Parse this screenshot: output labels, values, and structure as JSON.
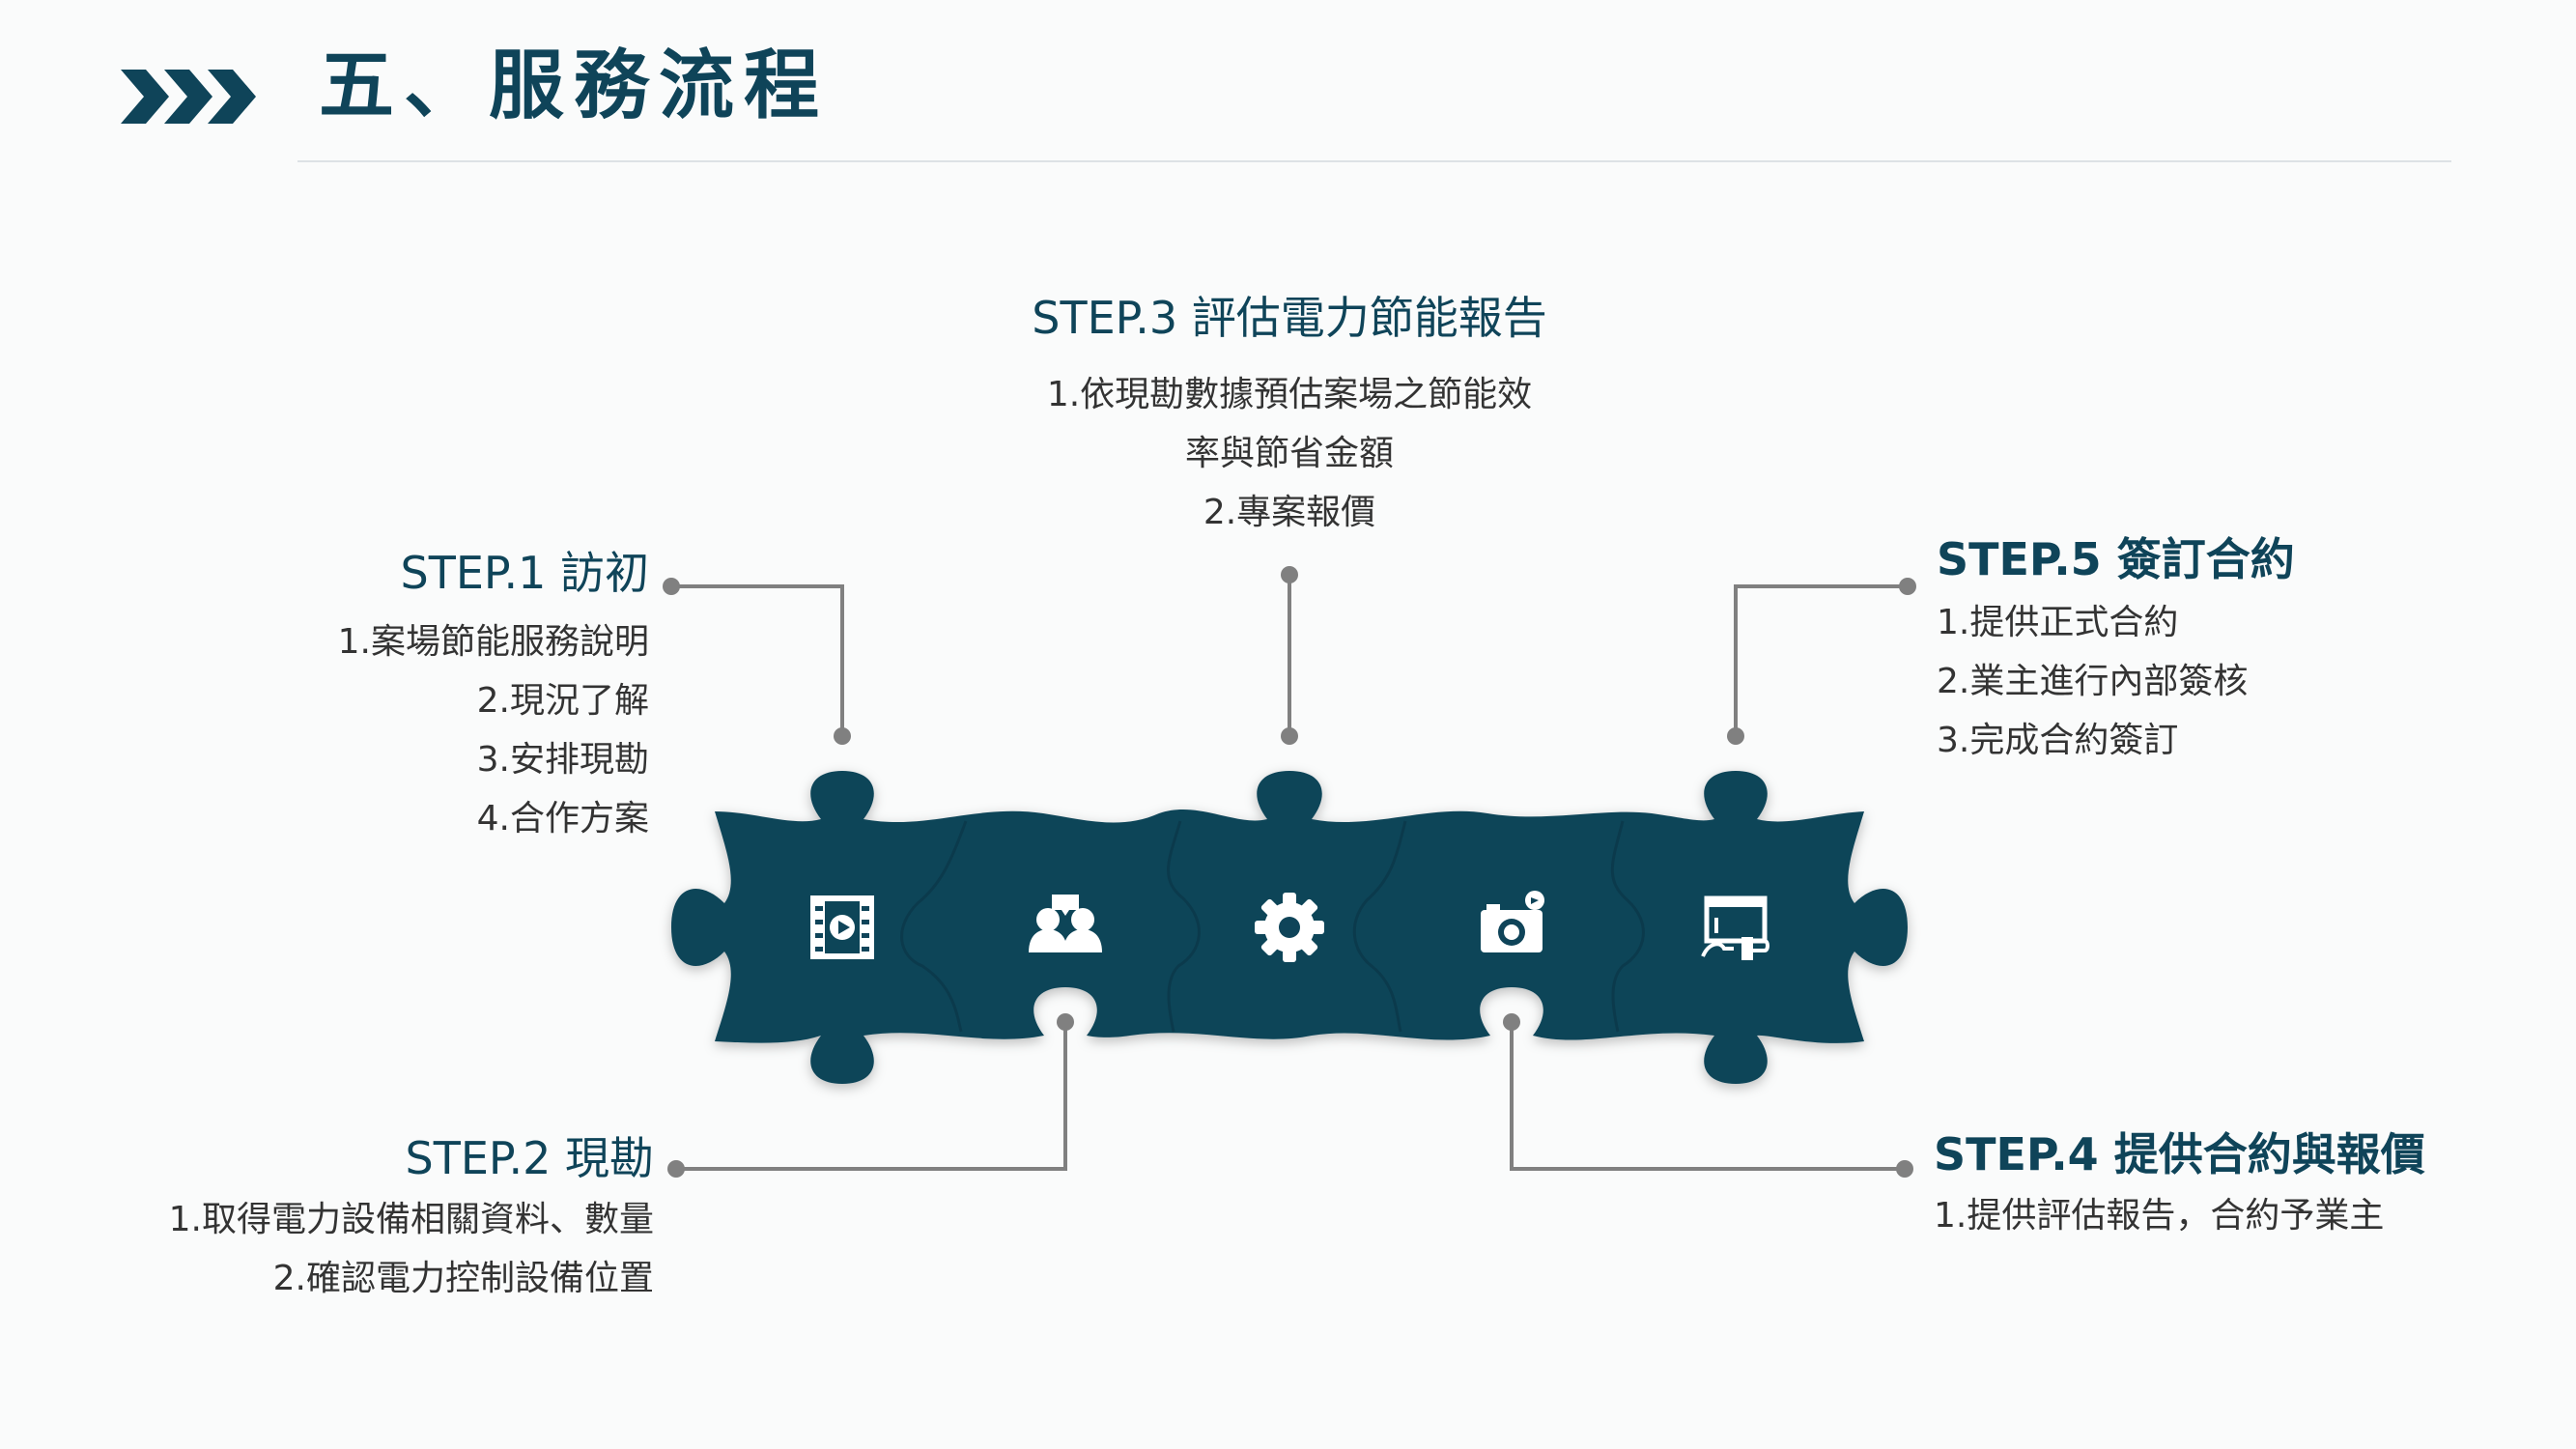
{
  "page": {
    "title": "五、服務流程"
  },
  "colors": {
    "primary": "#0f4459",
    "connector": "#808080",
    "text": "#333333"
  },
  "pieces": [
    {
      "icon": "film-play-icon"
    },
    {
      "icon": "meeting-people-icon"
    },
    {
      "icon": "gear-icon"
    },
    {
      "icon": "camera-icon"
    },
    {
      "icon": "contract-sign-icon"
    }
  ],
  "steps": [
    {
      "title": "STEP.1 訪初",
      "items": [
        "1.案場節能服務說明",
        "2.現況了解",
        "3.安排現勘",
        "4.合作方案"
      ]
    },
    {
      "title": "STEP.2 現勘",
      "items": [
        "1.取得電力設備相關資料、數量",
        "2.確認電力控制設備位置"
      ]
    },
    {
      "title": "STEP.3 評估電力節能報告",
      "items": [
        "1.依現勘數據預估案場之節能效",
        "率與節省金額",
        "2.專案報價"
      ]
    },
    {
      "title": "STEP.4 提供合約與報價",
      "items": [
        "1.提供評估報告，合約予業主"
      ]
    },
    {
      "title": "STEP.5 簽訂合約",
      "items": [
        "1.提供正式合約",
        "2.業主進行內部簽核",
        "3.完成合約簽訂"
      ]
    }
  ]
}
